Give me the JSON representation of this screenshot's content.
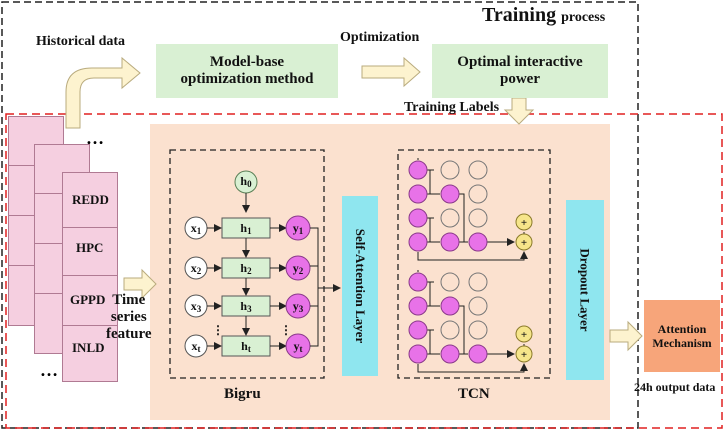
{
  "title": {
    "main": "Training",
    "suffix": "process"
  },
  "labels": {
    "historical_data": "Historical data",
    "optimization": "Optimization",
    "training_labels": "Training Labels",
    "time_series_feature": [
      "Time",
      "series",
      "feature"
    ],
    "bigru": "Bigru",
    "tcn": "TCN",
    "output_data": "24h output data"
  },
  "boxes": {
    "model_base": [
      "Model-base",
      "optimization method"
    ],
    "optimal_power": [
      "Optimal interactive",
      "power"
    ],
    "self_attention": "Self-Attention Layer",
    "dropout": "Dropout Layer",
    "attention_mechanism": [
      "Attention",
      "Mechanism"
    ]
  },
  "datasets": [
    "REDD",
    "HPC",
    "GPPD",
    "INLD"
  ],
  "ellipsis": "…",
  "bigru": {
    "initial_hidden": "h0",
    "rows": [
      {
        "x": "x1",
        "h": "h1",
        "y": "y1"
      },
      {
        "x": "x2",
        "h": "h2",
        "y": "y2"
      },
      {
        "x": "x3",
        "h": "h3",
        "y": "y3"
      },
      {
        "x": "xt",
        "h": "ht",
        "y": "yt"
      }
    ],
    "dots": "⋮"
  },
  "tcn": {
    "adder_symbol": "+"
  },
  "colors": {
    "outer_border_black": "#222222",
    "inner_border_red": "#e02020",
    "peach_panel": "#fbe1cf",
    "green_box": "#d9f0d3",
    "cyan_bar": "#8fe6ef",
    "attention_box": "#f7a57a",
    "sheet_pink": "#f5cfe0",
    "node_magenta": "#e872e8",
    "arrow_fill": "#fdf3cf"
  }
}
